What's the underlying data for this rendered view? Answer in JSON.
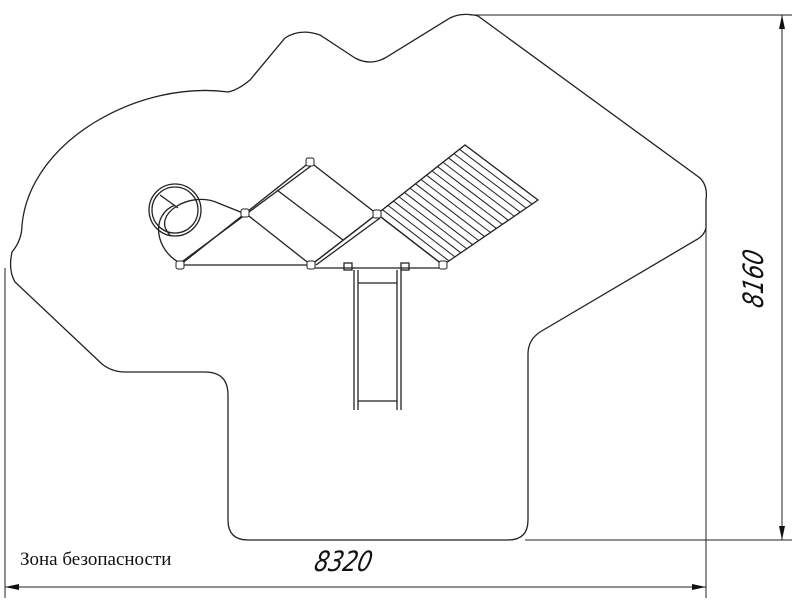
{
  "drawing": {
    "safety_zone_label": "Зона безопасности",
    "width_dimension": "8320",
    "height_dimension": "8160"
  },
  "colors": {
    "line": "#222222",
    "background": "#ffffff"
  }
}
